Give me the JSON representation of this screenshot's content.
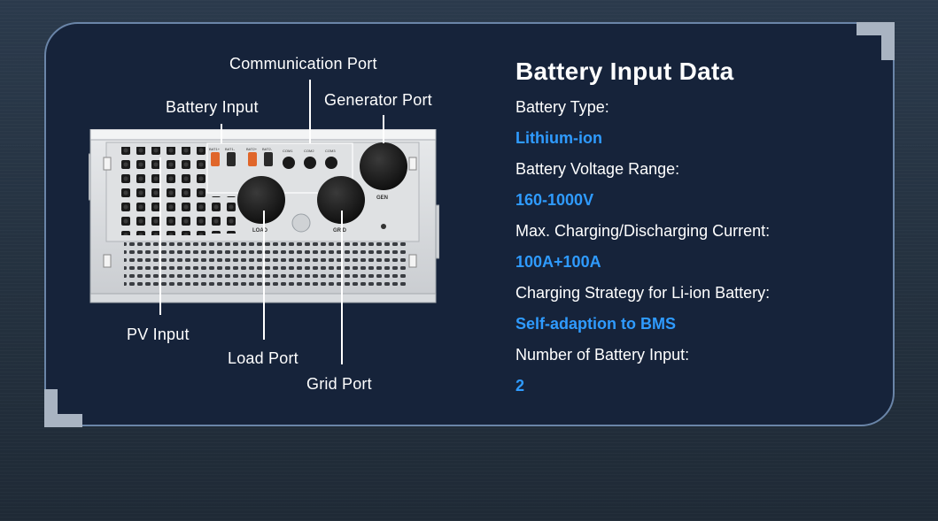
{
  "labels": {
    "communication_port": "Communication Port",
    "battery_input": "Battery Input",
    "generator_port": "Generator Port",
    "pv_input": "PV Input",
    "load_port": "Load Port",
    "grid_port": "Grid Port"
  },
  "device": {
    "knob_gen": "GEN",
    "knob_load": "LOAD",
    "knob_grid": "GRID",
    "port_batt_1": "BAT1+",
    "port_batt_2": "BAT1-",
    "port_batt_3": "BAT2+",
    "port_batt_4": "BAT2-",
    "port_com_1": "COM1",
    "port_com_2": "COM2",
    "port_com_3": "COM3"
  },
  "info": {
    "title": "Battery Input Data",
    "items": [
      {
        "label": "Battery Type:",
        "value": "Lithium-ion"
      },
      {
        "label": "Battery Voltage Range:",
        "value": "160-1000V"
      },
      {
        "label": "Max. Charging/Discharging Current:",
        "value": "100A+100A"
      },
      {
        "label": "Charging Strategy for Li-ion Battery:",
        "value": "Self-adaption to BMS"
      },
      {
        "label": "Number of Battery Input:",
        "value": "2"
      }
    ]
  },
  "colors": {
    "panel_bg": "#16233a",
    "panel_border": "#6a85a8",
    "accent_value": "#2f9bff",
    "text": "#ffffff"
  }
}
